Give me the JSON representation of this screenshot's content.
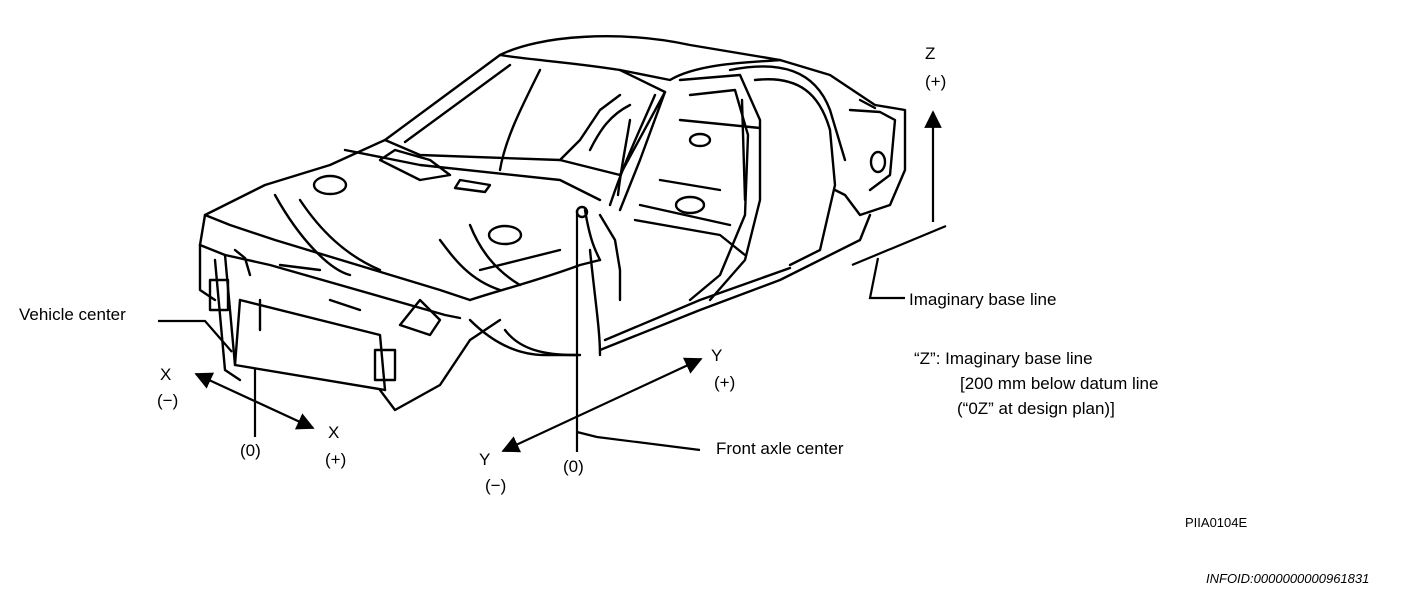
{
  "axes": {
    "z_label": "Z",
    "z_sign": "(+)",
    "x_neg_label": "X",
    "x_neg_sign": "(−)",
    "x_pos_label": "X",
    "x_pos_sign": "(+)",
    "x_zero": "(0)",
    "y_pos_label": "Y",
    "y_pos_sign": "(+)",
    "y_neg_label": "Y",
    "y_neg_sign": "(−)",
    "y_zero": "(0)"
  },
  "callouts": {
    "vehicle_center": "Vehicle center",
    "front_axle_center": "Front axle center",
    "imaginary_base_line": "Imaginary base line"
  },
  "note": {
    "line1": "“Z”: Imaginary base line",
    "line2": "[200 mm below datum line",
    "line3": "(“0Z” at design plan)]"
  },
  "figure_code": "PIIA0104E",
  "info_id": "INFOID:0000000000961831"
}
